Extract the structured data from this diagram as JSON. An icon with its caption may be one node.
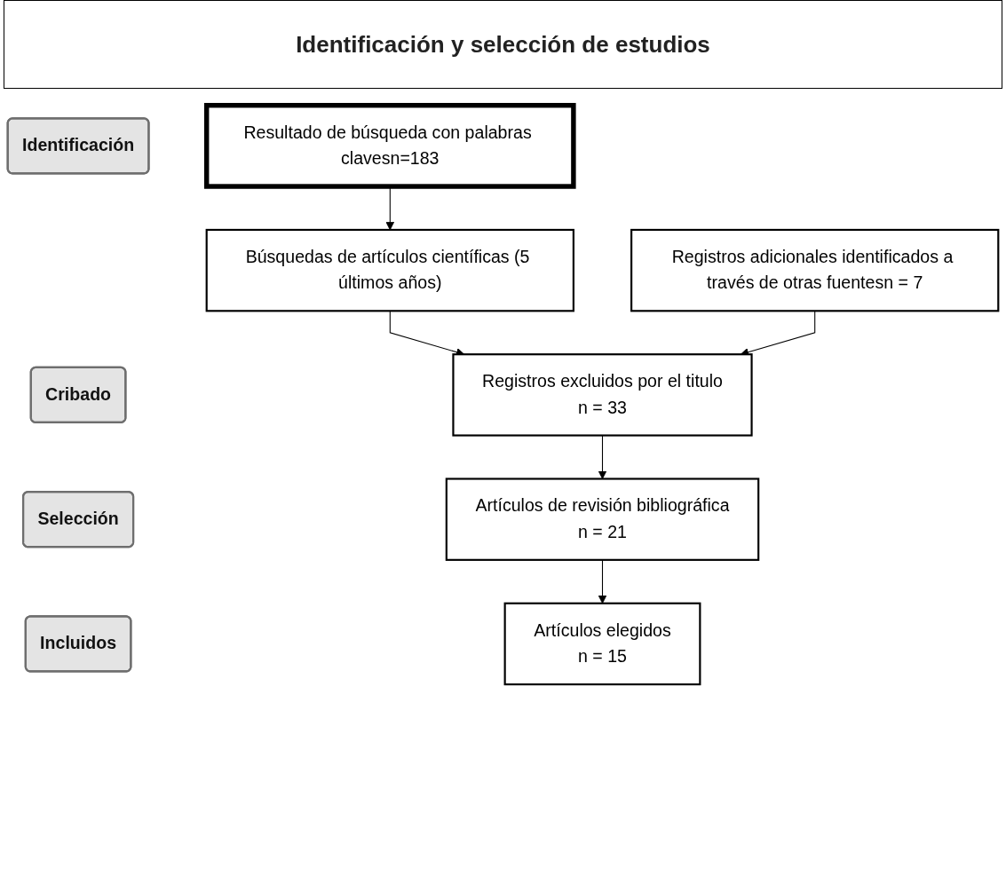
{
  "diagram": {
    "title": "Identificación y selección de estudios",
    "nodes": [
      {
        "text": [
          "Identificación"
        ]
      },
      {
        "text": [
          "Resultado de búsqueda con palabras clavesn=183"
        ]
      },
      {
        "text": [
          "Búsquedas de artículos científicas (5 últimos años)"
        ]
      },
      {
        "text": [
          "Registros adicionales identificados a través de otras fuentesn = 7"
        ]
      },
      {
        "text": [
          "Cribado"
        ]
      },
      {
        "text": [
          "Registros excluidos por el titulo",
          "n = 33"
        ]
      },
      {
        "text": [
          "Selección"
        ]
      },
      {
        "text": [
          "Artículos de revisión bibliográfica",
          "n = 21"
        ]
      },
      {
        "text": [
          "Incluidos"
        ]
      },
      {
        "text": [
          "Artículos elegidos",
          "n = 15"
        ]
      }
    ],
    "edges": [
      {
        "from": 1,
        "to": 2,
        "arrow": "to"
      },
      {
        "from": 2,
        "to": 5,
        "arrow": "to"
      },
      {
        "from": 3,
        "to": 5,
        "arrow": "to"
      },
      {
        "from": 5,
        "to": 7,
        "arrow": "to"
      },
      {
        "from": 7,
        "to": 9,
        "arrow": "to"
      }
    ]
  }
}
